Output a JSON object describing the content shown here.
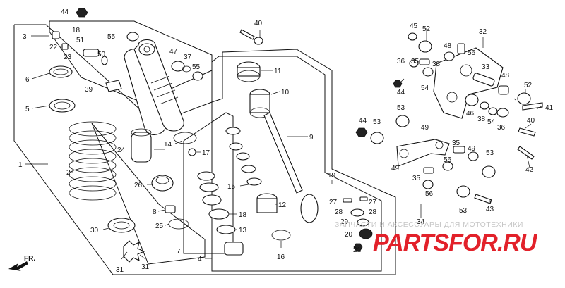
{
  "diagram": {
    "watermark": {
      "tagline": "ЗАПЧАСТИ И АКСЕССУАРЫ ДЛЯ МОТОТЕХНИКИ",
      "logo": "PARTSFOR.RU"
    },
    "direction_marker": "FR.",
    "callouts": [
      {
        "id": "c44a",
        "text": "44"
      },
      {
        "id": "c3",
        "text": "3"
      },
      {
        "id": "c18",
        "text": "18"
      },
      {
        "id": "c51",
        "text": "51"
      },
      {
        "id": "c22",
        "text": "22"
      },
      {
        "id": "c23",
        "text": "23"
      },
      {
        "id": "c50",
        "text": "50"
      },
      {
        "id": "c55a",
        "text": "55"
      },
      {
        "id": "c47",
        "text": "47"
      },
      {
        "id": "c37",
        "text": "37"
      },
      {
        "id": "c55b",
        "text": "55"
      },
      {
        "id": "c6",
        "text": "6"
      },
      {
        "id": "c39",
        "text": "39"
      },
      {
        "id": "c5",
        "text": "5"
      },
      {
        "id": "c1",
        "text": "1"
      },
      {
        "id": "c2",
        "text": "2"
      },
      {
        "id": "c24",
        "text": "24"
      },
      {
        "id": "c14",
        "text": "14"
      },
      {
        "id": "c17",
        "text": "17"
      },
      {
        "id": "c26",
        "text": "26"
      },
      {
        "id": "c8",
        "text": "8"
      },
      {
        "id": "c25",
        "text": "25"
      },
      {
        "id": "c7",
        "text": "7"
      },
      {
        "id": "c30",
        "text": "30"
      },
      {
        "id": "c31a",
        "text": "31"
      },
      {
        "id": "c31b",
        "text": "31"
      },
      {
        "id": "c40a",
        "text": "40"
      },
      {
        "id": "c11",
        "text": "11"
      },
      {
        "id": "c10",
        "text": "10"
      },
      {
        "id": "c9",
        "text": "9"
      },
      {
        "id": "c15",
        "text": "15"
      },
      {
        "id": "c12",
        "text": "12"
      },
      {
        "id": "c18b",
        "text": "18"
      },
      {
        "id": "c13",
        "text": "13"
      },
      {
        "id": "c4",
        "text": "4"
      },
      {
        "id": "c16",
        "text": "16"
      },
      {
        "id": "c19",
        "text": "19"
      },
      {
        "id": "c27a",
        "text": "27"
      },
      {
        "id": "c27b",
        "text": "27"
      },
      {
        "id": "c28a",
        "text": "28"
      },
      {
        "id": "c28b",
        "text": "28"
      },
      {
        "id": "c29",
        "text": "29"
      },
      {
        "id": "c20",
        "text": "20"
      },
      {
        "id": "c21",
        "text": "21"
      },
      {
        "id": "c45",
        "text": "45"
      },
      {
        "id": "c52a",
        "text": "52"
      },
      {
        "id": "c32",
        "text": "32"
      },
      {
        "id": "c48a",
        "text": "48"
      },
      {
        "id": "c56a",
        "text": "56"
      },
      {
        "id": "c36a",
        "text": "36"
      },
      {
        "id": "c35a",
        "text": "35"
      },
      {
        "id": "c38a",
        "text": "38"
      },
      {
        "id": "c33",
        "text": "33"
      },
      {
        "id": "c48b",
        "text": "48"
      },
      {
        "id": "c54a",
        "text": "54"
      },
      {
        "id": "c44b",
        "text": "44"
      },
      {
        "id": "c52b",
        "text": "52"
      },
      {
        "id": "c53a",
        "text": "53"
      },
      {
        "id": "c46",
        "text": "46"
      },
      {
        "id": "c38b",
        "text": "38"
      },
      {
        "id": "c54b",
        "text": "54"
      },
      {
        "id": "c36b",
        "text": "36"
      },
      {
        "id": "c41",
        "text": "41"
      },
      {
        "id": "c44c",
        "text": "44"
      },
      {
        "id": "c53b",
        "text": "53"
      },
      {
        "id": "c49a",
        "text": "49"
      },
      {
        "id": "c40b",
        "text": "40"
      },
      {
        "id": "c35b",
        "text": "35"
      },
      {
        "id": "c49b",
        "text": "49"
      },
      {
        "id": "c49c",
        "text": "49"
      },
      {
        "id": "c56b",
        "text": "56"
      },
      {
        "id": "c53c",
        "text": "53"
      },
      {
        "id": "c42",
        "text": "42"
      },
      {
        "id": "c35c",
        "text": "35"
      },
      {
        "id": "c56c",
        "text": "56"
      },
      {
        "id": "c34",
        "text": "34"
      },
      {
        "id": "c53d",
        "text": "53"
      },
      {
        "id": "c43",
        "text": "43"
      }
    ]
  }
}
